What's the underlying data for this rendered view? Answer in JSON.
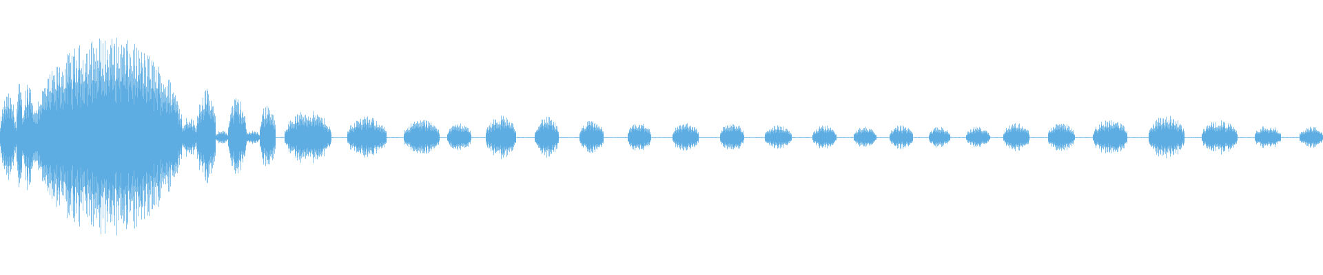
{
  "waveform": {
    "color": "#5dade2",
    "background": "#ffffff",
    "peak_scale": 1.0,
    "segments": [
      {
        "start": 0.0,
        "end": 0.012,
        "amp": 0.36
      },
      {
        "start": 0.012,
        "end": 0.017,
        "amp": 0.45
      },
      {
        "start": 0.017,
        "end": 0.026,
        "amp": 0.48
      },
      {
        "start": 0.026,
        "end": 0.137,
        "amp": 0.82
      },
      {
        "start": 0.137,
        "end": 0.148,
        "amp": 0.18
      },
      {
        "start": 0.148,
        "end": 0.163,
        "amp": 0.4
      },
      {
        "start": 0.163,
        "end": 0.172,
        "amp": 0.06
      },
      {
        "start": 0.172,
        "end": 0.186,
        "amp": 0.33
      },
      {
        "start": 0.186,
        "end": 0.196,
        "amp": 0.06
      },
      {
        "start": 0.196,
        "end": 0.208,
        "amp": 0.28
      },
      {
        "start": 0.215,
        "end": 0.25,
        "amp": 0.22
      },
      {
        "start": 0.262,
        "end": 0.292,
        "amp": 0.17
      },
      {
        "start": 0.305,
        "end": 0.332,
        "amp": 0.15
      },
      {
        "start": 0.338,
        "end": 0.356,
        "amp": 0.12
      },
      {
        "start": 0.367,
        "end": 0.39,
        "amp": 0.18
      },
      {
        "start": 0.404,
        "end": 0.422,
        "amp": 0.17
      },
      {
        "start": 0.438,
        "end": 0.456,
        "amp": 0.14
      },
      {
        "start": 0.474,
        "end": 0.492,
        "amp": 0.12
      },
      {
        "start": 0.508,
        "end": 0.528,
        "amp": 0.12
      },
      {
        "start": 0.544,
        "end": 0.562,
        "amp": 0.13
      },
      {
        "start": 0.578,
        "end": 0.598,
        "amp": 0.1
      },
      {
        "start": 0.614,
        "end": 0.632,
        "amp": 0.1
      },
      {
        "start": 0.645,
        "end": 0.662,
        "amp": 0.09
      },
      {
        "start": 0.672,
        "end": 0.69,
        "amp": 0.1
      },
      {
        "start": 0.702,
        "end": 0.718,
        "amp": 0.09
      },
      {
        "start": 0.73,
        "end": 0.748,
        "amp": 0.09
      },
      {
        "start": 0.758,
        "end": 0.778,
        "amp": 0.12
      },
      {
        "start": 0.792,
        "end": 0.812,
        "amp": 0.12
      },
      {
        "start": 0.826,
        "end": 0.852,
        "amp": 0.15
      },
      {
        "start": 0.868,
        "end": 0.895,
        "amp": 0.18
      },
      {
        "start": 0.908,
        "end": 0.935,
        "amp": 0.14
      },
      {
        "start": 0.948,
        "end": 0.968,
        "amp": 0.1
      },
      {
        "start": 0.982,
        "end": 1.0,
        "amp": 0.09
      }
    ]
  }
}
